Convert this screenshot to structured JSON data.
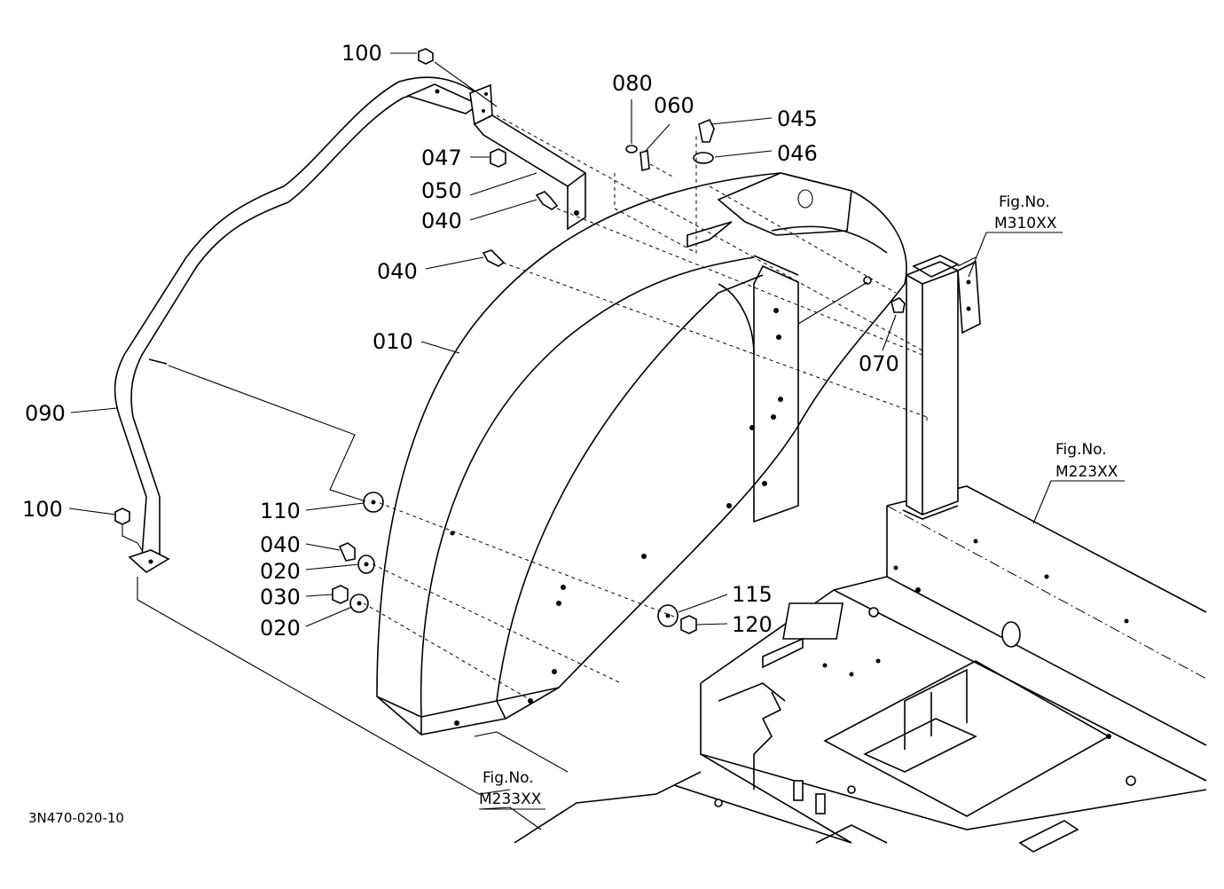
{
  "diagram_ref": "3N470-020-10",
  "parts": [
    {
      "id": "p100a",
      "label": "100"
    },
    {
      "id": "p080",
      "label": "080"
    },
    {
      "id": "p060",
      "label": "060"
    },
    {
      "id": "p045",
      "label": "045"
    },
    {
      "id": "p046",
      "label": "046"
    },
    {
      "id": "p047",
      "label": "047"
    },
    {
      "id": "p050",
      "label": "050"
    },
    {
      "id": "p040a",
      "label": "040"
    },
    {
      "id": "p040b",
      "label": "040"
    },
    {
      "id": "p010",
      "label": "010"
    },
    {
      "id": "p070",
      "label": "070"
    },
    {
      "id": "p090",
      "label": "090"
    },
    {
      "id": "p100b",
      "label": "100"
    },
    {
      "id": "p110",
      "label": "110"
    },
    {
      "id": "p040c",
      "label": "040"
    },
    {
      "id": "p020a",
      "label": "020"
    },
    {
      "id": "p030",
      "label": "030"
    },
    {
      "id": "p020b",
      "label": "020"
    },
    {
      "id": "p115",
      "label": "115"
    },
    {
      "id": "p120",
      "label": "120"
    }
  ],
  "figure_refs": [
    {
      "id": "m310",
      "title": "Fig.No.",
      "code": "M310XX"
    },
    {
      "id": "m223",
      "title": "Fig.No.",
      "code": "M223XX"
    },
    {
      "id": "m233",
      "title": "Fig.No.",
      "code": "M233XX"
    }
  ]
}
